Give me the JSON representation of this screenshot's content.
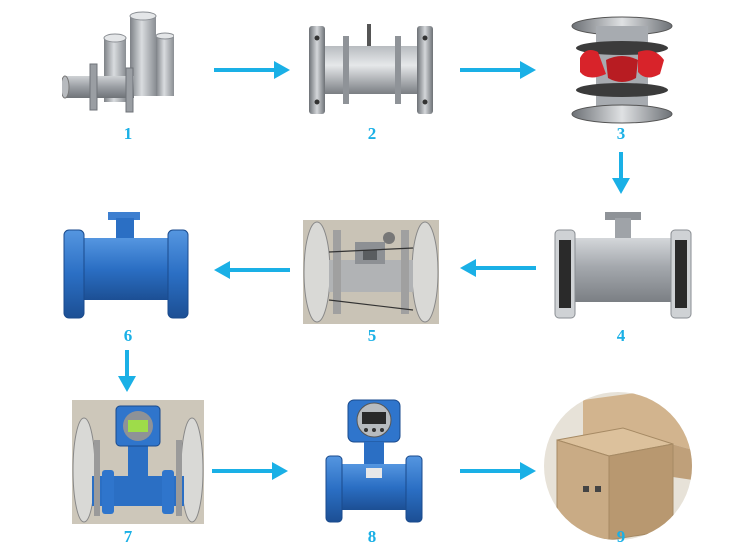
{
  "steps": [
    {
      "number": "1"
    },
    {
      "number": "2"
    },
    {
      "number": "3"
    },
    {
      "number": "4"
    },
    {
      "number": "5"
    },
    {
      "number": "6"
    },
    {
      "number": "7"
    },
    {
      "number": "8"
    },
    {
      "number": "9"
    }
  ],
  "colors": {
    "arrow": "#1ab0e6",
    "label": "#1ab0e6",
    "steel": "#a9adb2",
    "blue_paint": "#2b6fc4",
    "cardboard": "#c9ab85"
  }
}
